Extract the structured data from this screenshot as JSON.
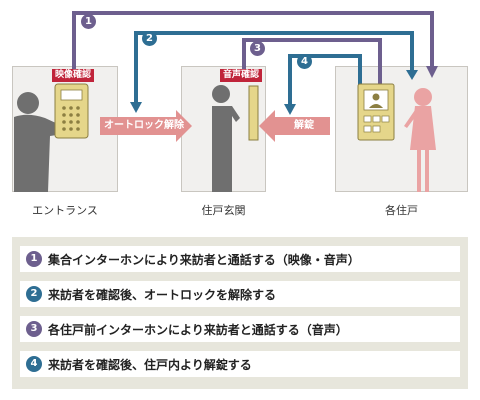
{
  "rooms": {
    "entrance": "エントランス",
    "hall": "住戸玄関",
    "unit": "各住戸"
  },
  "tags": {
    "video_check": "映像確認",
    "audio_check": "音声確認"
  },
  "arrows": {
    "autolock_release": "オートロック解除",
    "unlock": "解錠"
  },
  "flow_numbers": [
    "1",
    "2",
    "3",
    "4"
  ],
  "steps": [
    {
      "num": "1",
      "text": "集合インターホンにより来訪者と通話する（映像・音声）"
    },
    {
      "num": "2",
      "text": "来訪者を確認後、オートロックを解除する"
    },
    {
      "num": "3",
      "text": "各住戸前インターホンにより来訪者と通話する（音声）"
    },
    {
      "num": "4",
      "text": "来訪者を確認後、住戸内より解錠する"
    }
  ],
  "colors": {
    "purple": "#6d5f8e",
    "blue": "#2e6e93",
    "red_tag": "#c0243a",
    "pink_arrow": "#e29291",
    "panel_bg": "#e7e6dc"
  },
  "icons": [
    "visitor-silhouette",
    "resident-silhouette",
    "woman-silhouette",
    "intercom-panel",
    "door-intercom",
    "indoor-monitor"
  ]
}
